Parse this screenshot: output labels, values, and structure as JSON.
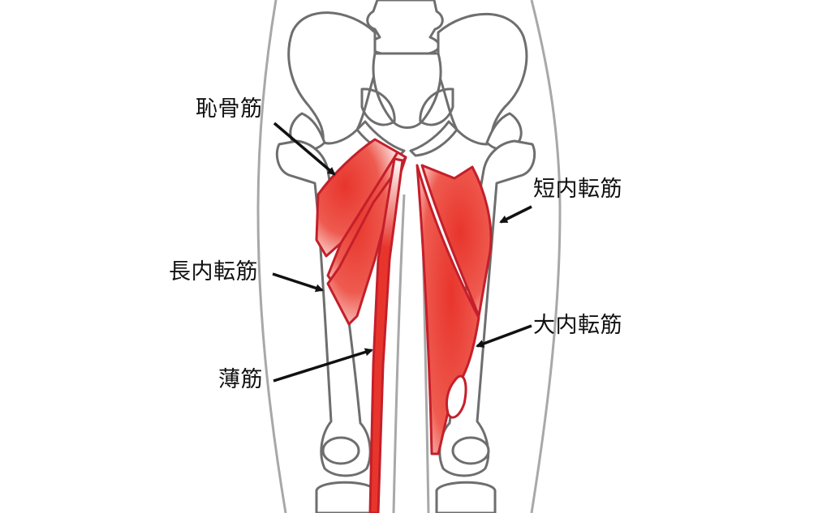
{
  "labels": {
    "pectineus": "恥骨筋",
    "adductor_brevis": "短内転筋",
    "adductor_longus": "長内転筋",
    "adductor_magnus": "大内転筋",
    "gracilis": "薄筋"
  },
  "colors": {
    "muscle": "#e8352c",
    "muscle_outline": "#c41f2a",
    "bone_outline": "#6e6e6e",
    "body_outline": "#a8a8a8",
    "arrow": "#111111"
  }
}
